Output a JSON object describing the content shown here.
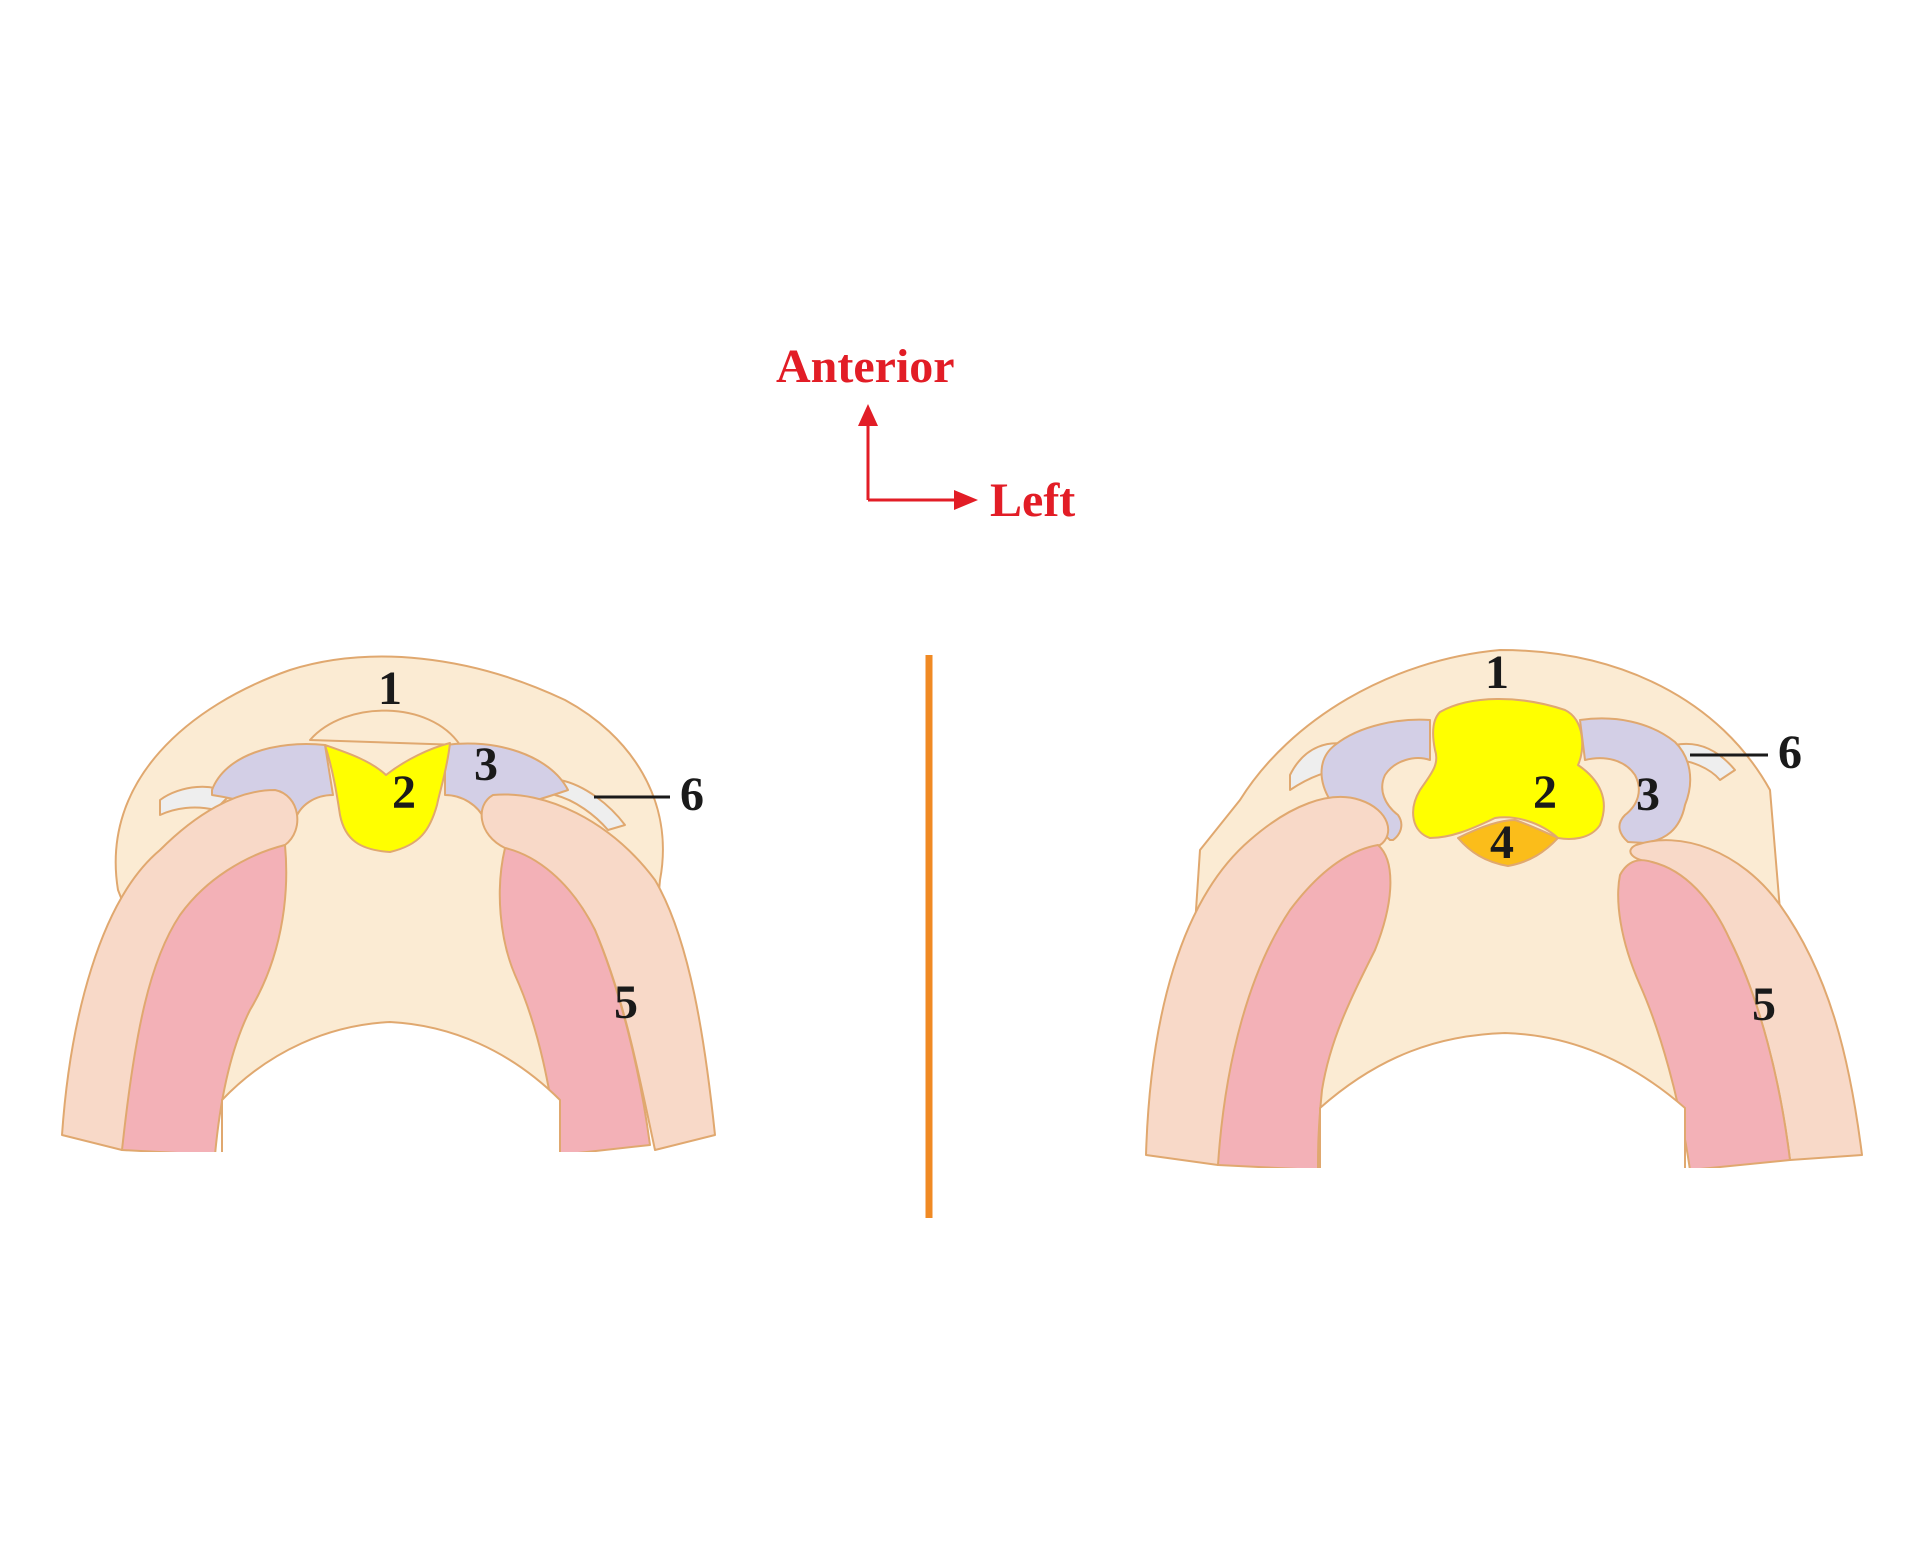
{
  "orientation": {
    "anterior_label": "Anterior",
    "left_label": "Left",
    "arrow_color": "#e21d26"
  },
  "colors": {
    "outline": "#e0a86f",
    "base": "#fbebd3",
    "outer_band": "#f8d9c8",
    "muscle": "#f3b1b7",
    "lavender": "#d3cfe6",
    "yellow": "#ffff00",
    "orange_small": "#fbbd1a",
    "thin_grey": "#eeeeee",
    "divider": "#f08a24"
  },
  "left_figure": {
    "labels": {
      "l1": "1",
      "l2": "2",
      "l3": "3",
      "l5": "5",
      "l6": "6"
    }
  },
  "right_figure": {
    "labels": {
      "l1": "1",
      "l2": "2",
      "l3": "3",
      "l4": "4",
      "l5": "5",
      "l6": "6"
    }
  }
}
